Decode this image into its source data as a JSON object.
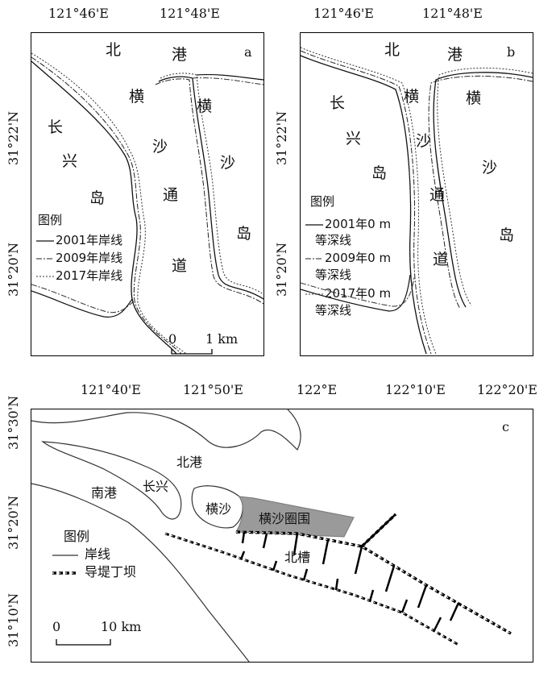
{
  "panel_a": {
    "letter": "a",
    "x_ticks": [
      "121°46'E",
      "121°48'E"
    ],
    "y_ticks": [
      "31°22'N",
      "31°20'N"
    ],
    "place_labels": [
      "北",
      "港",
      "横",
      "横",
      "长",
      "沙",
      "沙",
      "兴",
      "通",
      "岛",
      "岛",
      "道"
    ],
    "legend": {
      "title": "图例",
      "items": [
        "2001年岸线",
        "2009年岸线",
        "2017年岸线"
      ]
    },
    "scale": {
      "zero": "0",
      "value": "1 km"
    }
  },
  "panel_b": {
    "letter": "b",
    "x_ticks": [
      "121°46'E",
      "121°48'E"
    ],
    "y_ticks": [
      "31°22'N",
      "31°20'N"
    ],
    "place_labels": [
      "北",
      "港",
      "长",
      "横",
      "横",
      "兴",
      "沙",
      "沙",
      "岛",
      "通",
      "岛",
      "道"
    ],
    "legend": {
      "title": "图例",
      "items": [
        "2001年0 m",
        "等深线",
        "2009年0 m",
        "等深线",
        "2017年0 m",
        "等深线"
      ]
    }
  },
  "panel_c": {
    "letter": "c",
    "x_ticks": [
      "121°40'E",
      "121°50'E",
      "122°E",
      "122°10'E",
      "122°20'E"
    ],
    "y_ticks": [
      "31°30'N",
      "31°20'N",
      "31°10'N"
    ],
    "place_labels": [
      "北港",
      "南港",
      "长兴",
      "横沙",
      "横沙圈围",
      "北槽"
    ],
    "legend": {
      "title": "图例",
      "items": [
        "岸线",
        "导堤丁坝"
      ]
    },
    "scale": {
      "zero": "0",
      "value": "10 km"
    },
    "colors": {
      "reclamation": "#9a9a9a",
      "dike": "#000000"
    }
  }
}
